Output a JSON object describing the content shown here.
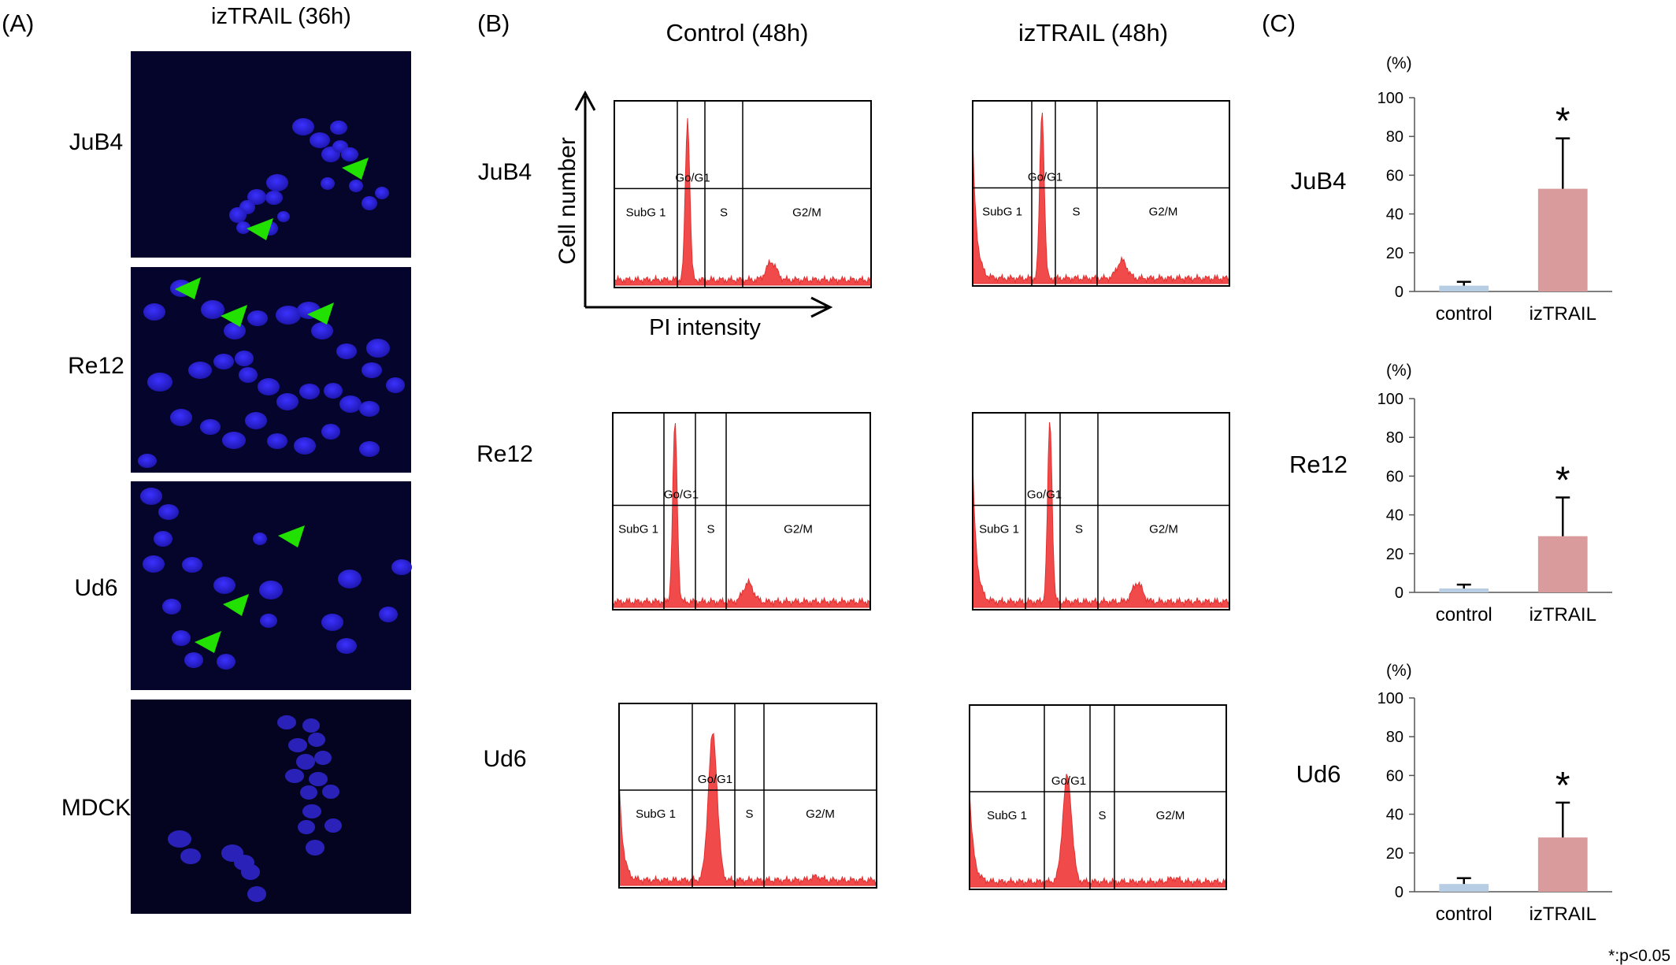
{
  "panels": {
    "A": {
      "label": "(A)",
      "title": "izTRAIL (36h)",
      "rows": [
        "JuB4",
        "Re12",
        "Ud6",
        "MDCK"
      ]
    },
    "B": {
      "label": "(B)",
      "col_titles": [
        "Control (48h)",
        "izTRAIL (48h)"
      ],
      "rows": [
        "JuB4",
        "Re12",
        "Ud6"
      ],
      "axis_y": "Cell number",
      "axis_x": "PI intensity",
      "gates": [
        "SubG 1",
        "Go/G1",
        "S",
        "G2/M"
      ]
    },
    "C": {
      "label": "(C)",
      "rows": [
        "JuB4",
        "Re12",
        "Ud6"
      ],
      "footnote": "*:p<0.05"
    }
  },
  "colors": {
    "nucleus": "#2a1fd6",
    "arrowhead": "#22e000",
    "histogram": "#f04a4a",
    "bar_control": "#b7cde3",
    "bar_iztrail": "#d99b9b"
  },
  "chart_data": [
    {
      "type": "bar",
      "panel": "C",
      "row": "JuB4",
      "categories": [
        "control",
        "izTRAIL"
      ],
      "values": [
        3,
        53
      ],
      "errors": [
        2,
        26
      ],
      "significance": [
        "",
        "*"
      ],
      "ylabel": "(%)",
      "ylim": [
        0,
        100
      ],
      "yticks": [
        0,
        20,
        40,
        60,
        80,
        100
      ]
    },
    {
      "type": "bar",
      "panel": "C",
      "row": "Re12",
      "categories": [
        "control",
        "izTRAIL"
      ],
      "values": [
        2,
        29
      ],
      "errors": [
        2,
        20
      ],
      "significance": [
        "",
        "*"
      ],
      "ylabel": "(%)",
      "ylim": [
        0,
        100
      ],
      "yticks": [
        0,
        20,
        40,
        60,
        80,
        100
      ]
    },
    {
      "type": "bar",
      "panel": "C",
      "row": "Ud6",
      "categories": [
        "control",
        "izTRAIL"
      ],
      "values": [
        4,
        28
      ],
      "errors": [
        3,
        18
      ],
      "significance": [
        "",
        "*"
      ],
      "ylabel": "(%)",
      "ylim": [
        0,
        100
      ],
      "yticks": [
        0,
        20,
        40,
        60,
        80,
        100
      ]
    }
  ]
}
